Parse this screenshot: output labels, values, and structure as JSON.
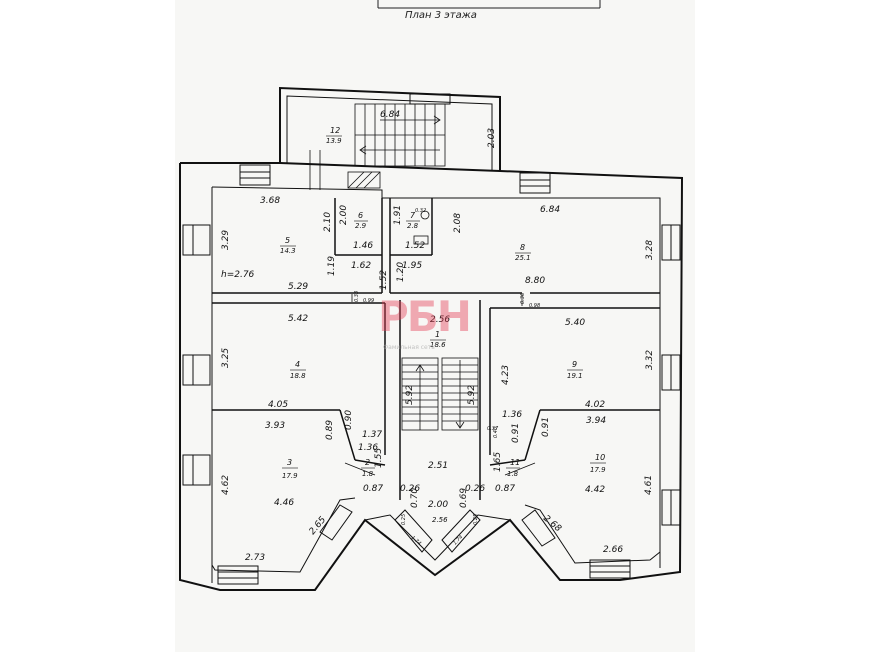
{
  "title": "План 3 этажа",
  "watermark": {
    "logo": "РБН",
    "sub": "Фамильная сеть"
  },
  "rooms": [
    {
      "id": "12",
      "num": "12",
      "area": "13.9"
    },
    {
      "id": "6",
      "num": "6",
      "area": "2.9"
    },
    {
      "id": "7",
      "num": "7",
      "area": "2.8"
    },
    {
      "id": "5",
      "num": "5",
      "area": "14.3"
    },
    {
      "id": "8",
      "num": "8",
      "area": "25.1"
    },
    {
      "id": "1",
      "num": "1",
      "area": "18.6"
    },
    {
      "id": "4",
      "num": "4",
      "area": "18.8"
    },
    {
      "id": "9",
      "num": "9",
      "area": "19.1"
    },
    {
      "id": "3",
      "num": "3",
      "area": "17.9"
    },
    {
      "id": "2",
      "num": "2",
      "area": "1.8"
    },
    {
      "id": "11",
      "num": "11",
      "area": "1.8"
    },
    {
      "id": "10",
      "num": "10",
      "area": "17.9"
    }
  ],
  "ceiling_height": "h=2.76",
  "dims": {
    "d684a": "6.84",
    "d203": "2.03",
    "d368": "3.68",
    "d210": "2.10",
    "d200a": "2.00",
    "d191": "1.91",
    "d032": "0.32",
    "d208": "2.08",
    "d684b": "6.84",
    "d329": "3.29",
    "d146": "1.46",
    "d152a": "1.52",
    "d328": "3.28",
    "d162": "1.62",
    "d195": "1.95",
    "d119": "1.19",
    "d152b": "1.52",
    "d120": "1.20",
    "d880": "8.80",
    "d529": "5.29",
    "d033": "0.33",
    "d099": "0.99",
    "d036": "0.36",
    "d098": "0.98",
    "d542": "5.42",
    "d256a": "2.56",
    "d540": "5.40",
    "d325": "3.25",
    "d423": "4.23",
    "d332": "3.32",
    "d592a": "5.92",
    "d592b": "5.92",
    "d405": "4.05",
    "d402": "4.02",
    "d393": "3.93",
    "d089": "0.89",
    "d090": "0.90",
    "d137": "1.37",
    "d136a": "1.36",
    "d136b": "1.36",
    "d037": "0.37",
    "d040": "0.40",
    "d091a": "0.91",
    "d394": "3.94",
    "d091b": "0.91",
    "d155": "1.55",
    "d251": "2.51",
    "d165": "1.65",
    "d462": "4.62",
    "d087a": "0.87",
    "d026a": "0.26",
    "d026b": "0.26",
    "d087b": "0.87",
    "d461": "4.61",
    "d446": "4.46",
    "d200b": "2.00",
    "d442": "4.42",
    "d070": "0.70",
    "d069": "0.69",
    "d265": "2.65",
    "d025a": "0.25",
    "d256b": "2.56",
    "d025b": "0.25",
    "d268": "2.68",
    "d174a": "1.74",
    "d174b": "1.74",
    "d273": "2.73",
    "d266": "2.66"
  }
}
